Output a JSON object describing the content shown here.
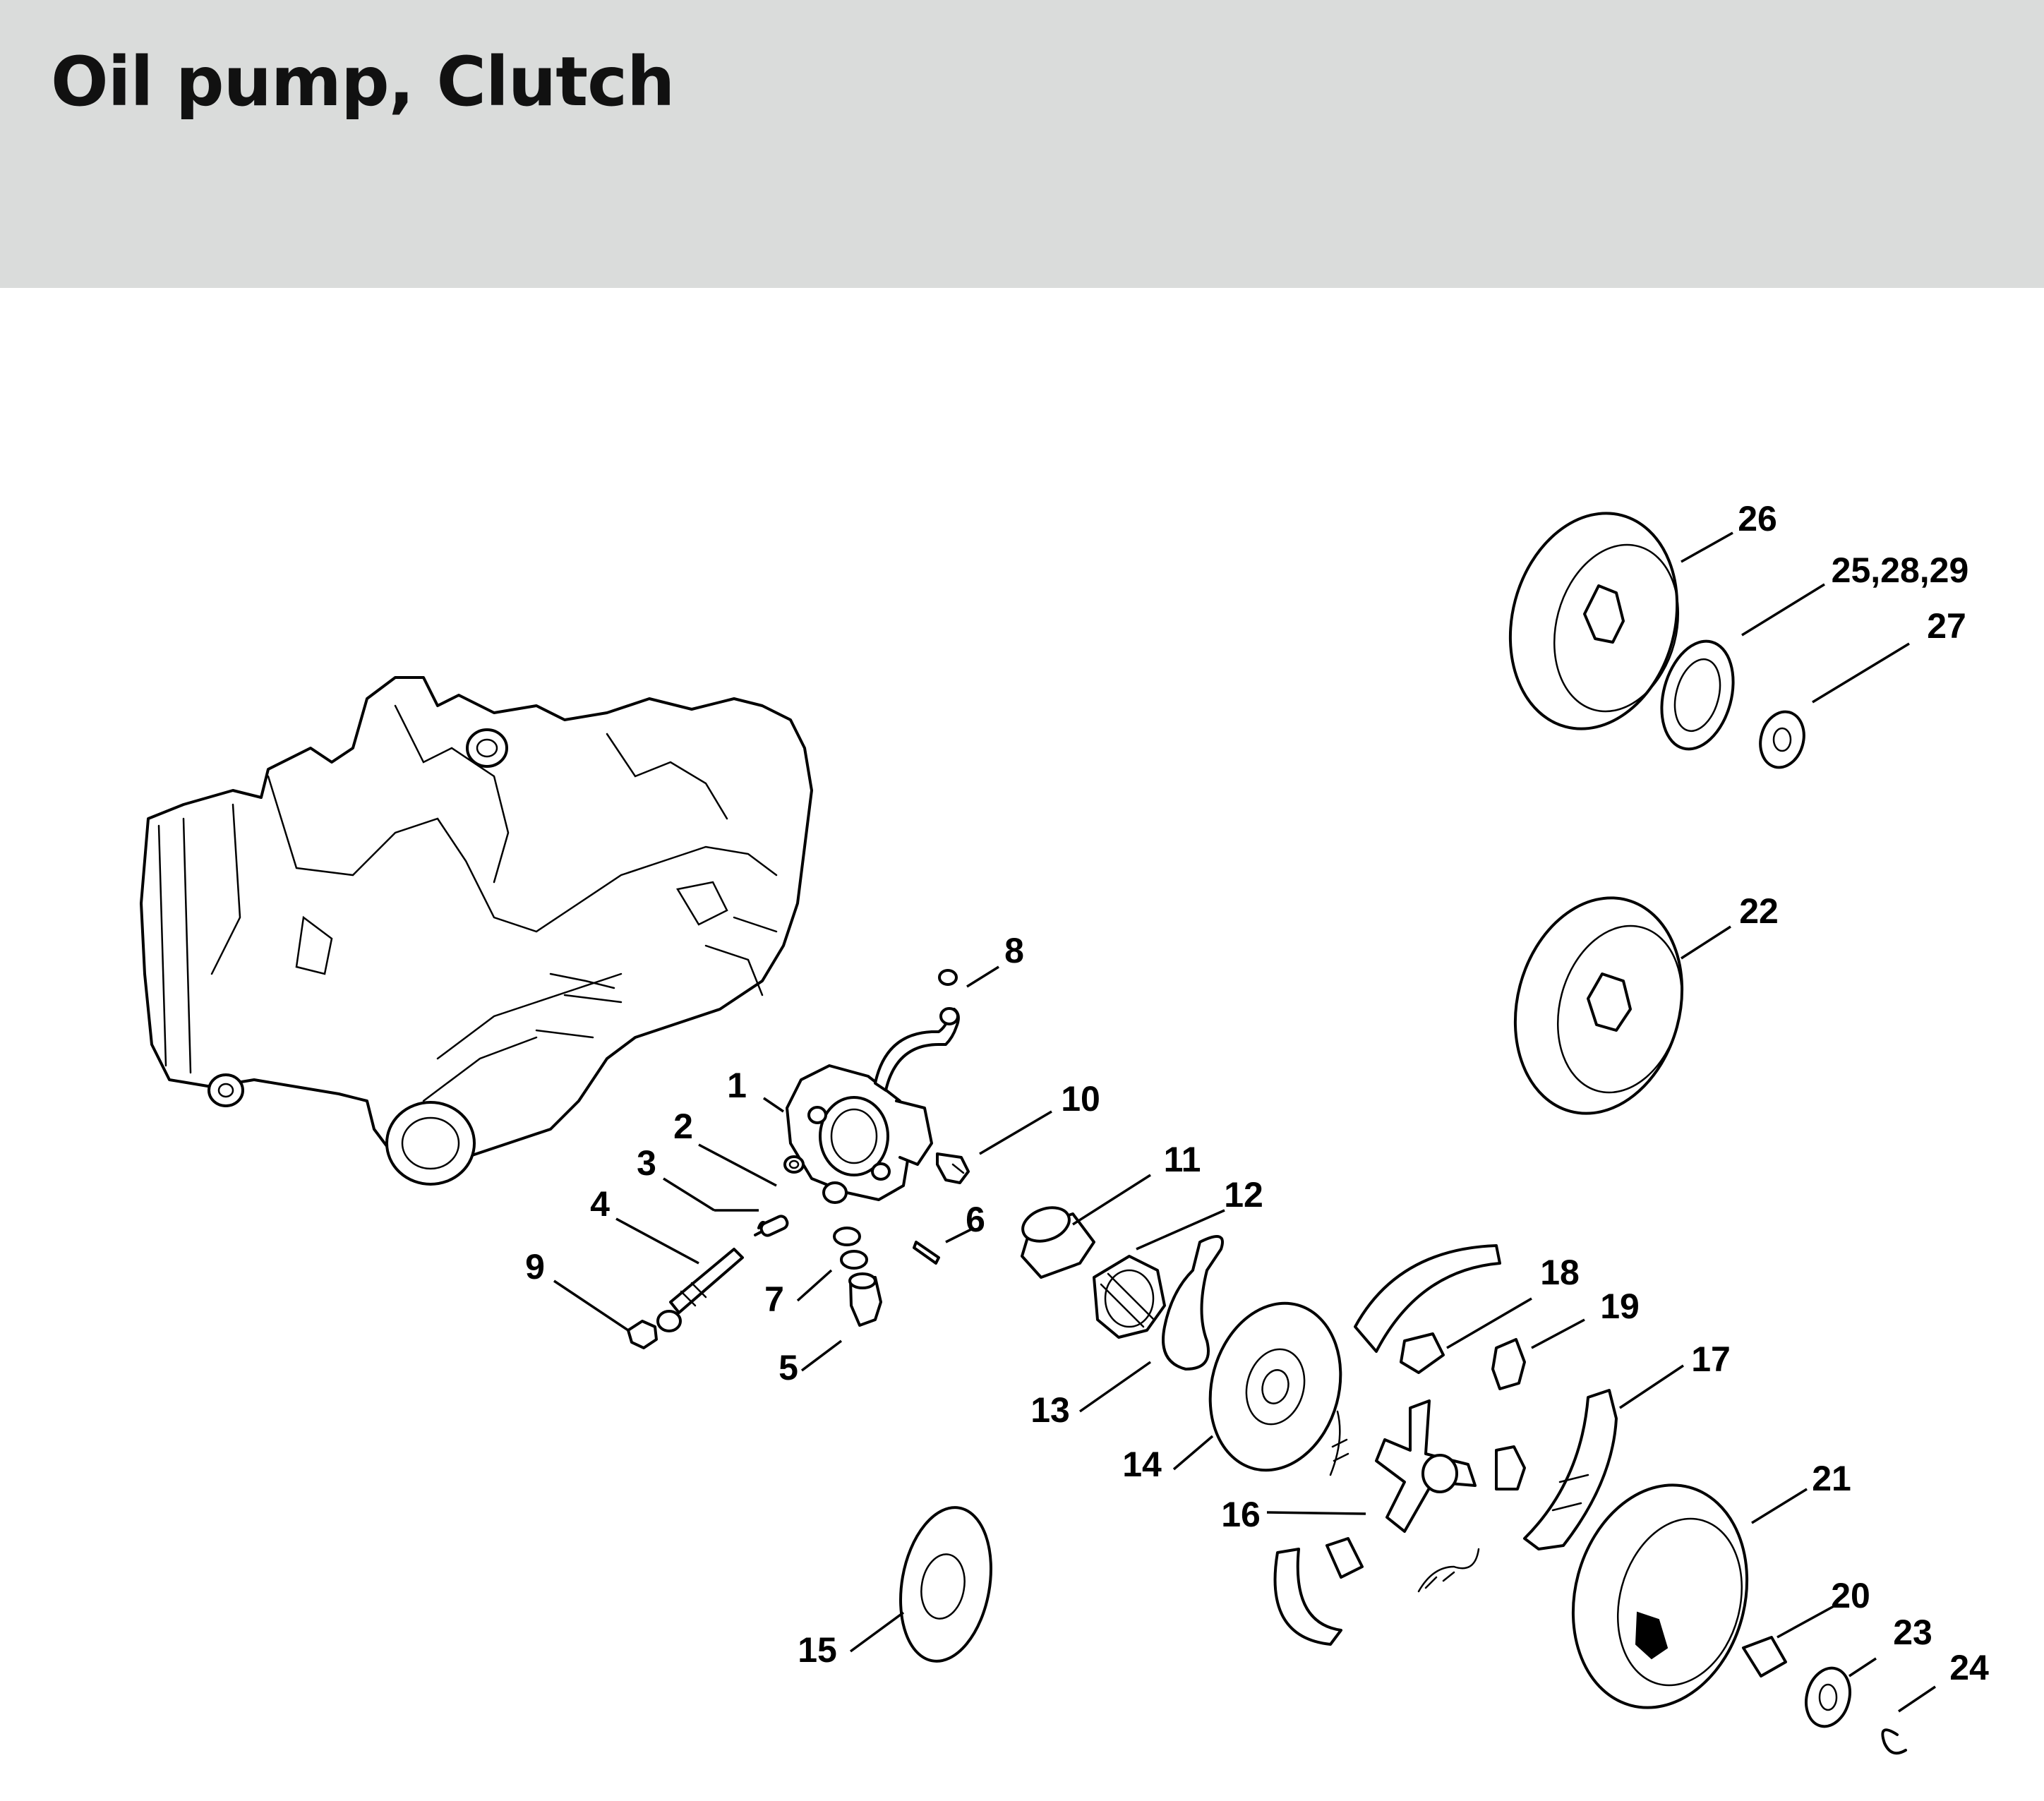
{
  "title": "Oil pump, Clutch",
  "callouts": [
    "1",
    "2",
    "3",
    "4",
    "5",
    "6",
    "7",
    "8",
    "9",
    "10",
    "11",
    "12",
    "13",
    "14",
    "15",
    "16",
    "17",
    "18",
    "19",
    "20",
    "21",
    "22",
    "23",
    "24",
    "25,28,29",
    "26",
    "27"
  ]
}
